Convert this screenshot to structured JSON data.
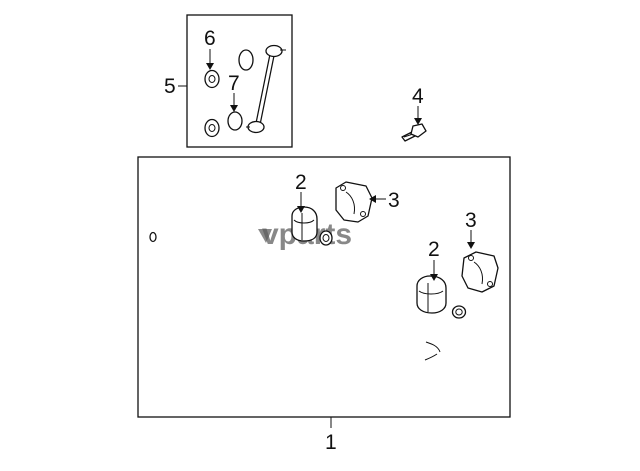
{
  "callouts": {
    "c1": "1",
    "c2a": "2",
    "c2b": "2",
    "c3a": "3",
    "c3b": "3",
    "c4": "4",
    "c5": "5",
    "c6": "6",
    "c7": "7"
  },
  "watermark": "vparts"
}
